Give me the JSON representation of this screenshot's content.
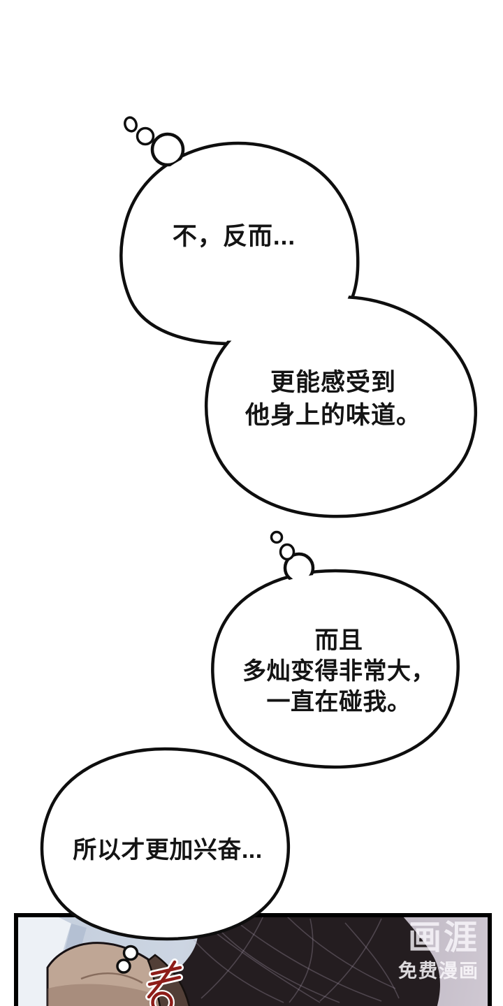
{
  "page": {
    "background": "#ffffff"
  },
  "bubbles": [
    {
      "lines": [
        "不，反而..."
      ]
    },
    {
      "lines": [
        "更能感受到",
        "他身上的味道。"
      ]
    },
    {
      "lines": [
        "而且",
        "多灿变得非常大，",
        "一直在碰我。"
      ]
    },
    {
      "lines": [
        "所以才更加兴奋..."
      ]
    }
  ],
  "panel": {
    "watermark_logo": "画涯",
    "watermark_tagline": "免费漫画"
  },
  "colors": {
    "ink": "#0e0e0e",
    "bubble_fill": "#ffffff",
    "panel_bedding_blue": "#c6d0de",
    "panel_wall_mauve": "#c0b9c4",
    "hair_dark": "#241d20",
    "skin_tan": "#bfa695",
    "sfx_red": "#8e1d19",
    "watermark_white": "rgba(250,248,252,0.8)"
  }
}
